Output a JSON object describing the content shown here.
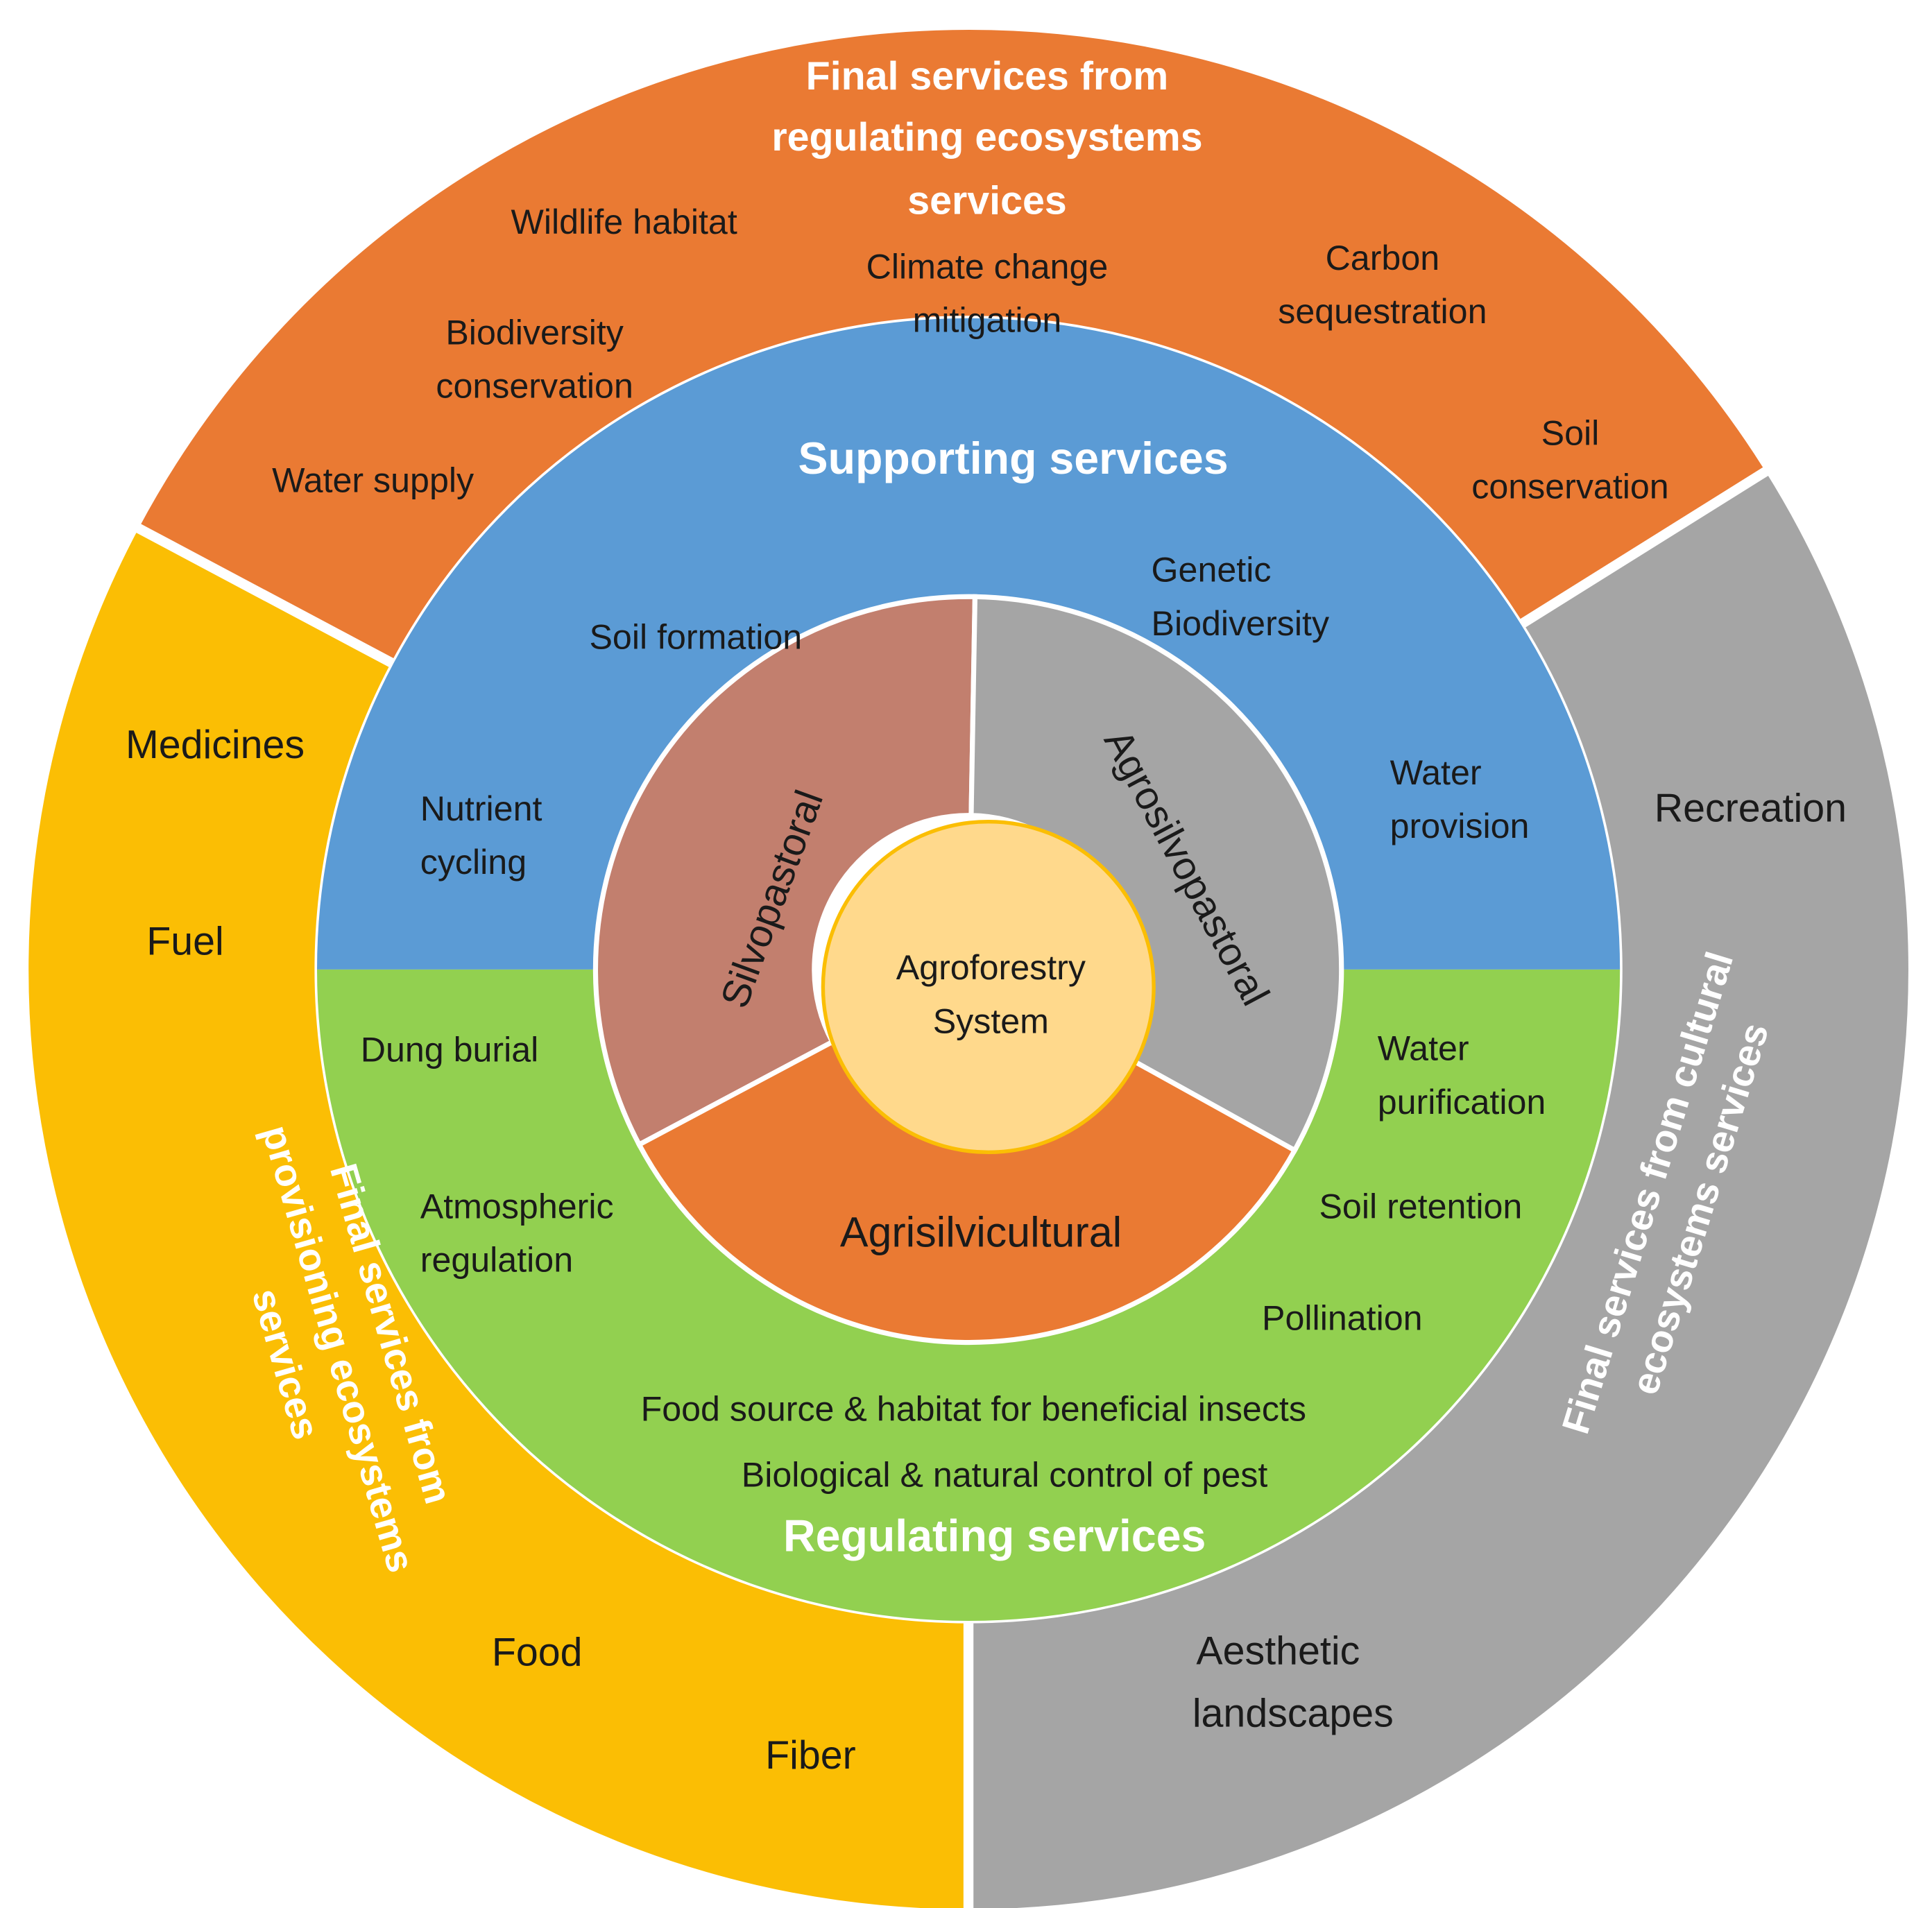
{
  "colors": {
    "orange": "#EA7A33",
    "yellow": "#FBBE04",
    "gray": "#A5A5A5",
    "blue": "#5B9BD5",
    "green": "#92D050",
    "brown": "#C27F6E",
    "center": "#FFD98C",
    "center_border": "#FBBE04",
    "white": "#FFFFFF",
    "dark_text": "#1A1A1A"
  },
  "outer_ring": {
    "regulating_final": {
      "title_line1": "Final services from",
      "title_line2": "regulating ecosystems",
      "title_line3": "services",
      "items": {
        "wildlife_habitat": "Wildlife habitat",
        "climate_line1": "Climate change",
        "climate_line2": "mitigation",
        "carbon_line1": "Carbon",
        "carbon_line2": "sequestration",
        "biodiversity_line1": "Biodiversity",
        "biodiversity_line2": "conservation",
        "water_supply": "Water supply",
        "soil_cons_line1": "Soil",
        "soil_cons_line2": "conservation"
      }
    },
    "provisioning_final": {
      "title_line1": "Final services from",
      "title_line2": "provisioning ecosystems",
      "title_line3": "services",
      "items": {
        "medicines": "Medicines",
        "fuel": "Fuel",
        "food": "Food",
        "fiber": "Fiber"
      }
    },
    "cultural_final": {
      "title_line1": "Final services from cultural",
      "title_line2": "ecosystems services",
      "items": {
        "recreation": "Recreation",
        "aesthetic_line1": "Aesthetic",
        "aesthetic_line2": "landscapes"
      }
    }
  },
  "middle_ring": {
    "supporting": {
      "title": "Supporting services",
      "items": {
        "soil_formation": "Soil formation",
        "genetic_line1": "Genetic",
        "genetic_line2": "Biodiversity",
        "nutrient_line1": "Nutrient",
        "nutrient_line2": "cycling",
        "water_prov_line1": "Water",
        "water_prov_line2": "provision"
      }
    },
    "regulating": {
      "title": "Regulating services",
      "items": {
        "dung_burial": "Dung burial",
        "water_pur_line1": "Water",
        "water_pur_line2": "purification",
        "atmospheric_line1": "Atmospheric",
        "atmospheric_line2": "regulation",
        "soil_retention": "Soil retention",
        "pollination": "Pollination",
        "food_source": "Food source & habitat for beneficial insects",
        "bio_control": "Biological & natural control of pest"
      }
    }
  },
  "inner_ring": {
    "silvopastoral": "Silvopastoral",
    "agrosilvopastoral": "Agrosilvopastoral",
    "agrisilvicultural": "Agrisilvicultural"
  },
  "center": {
    "line1": "Agroforestry",
    "line2": "System"
  }
}
